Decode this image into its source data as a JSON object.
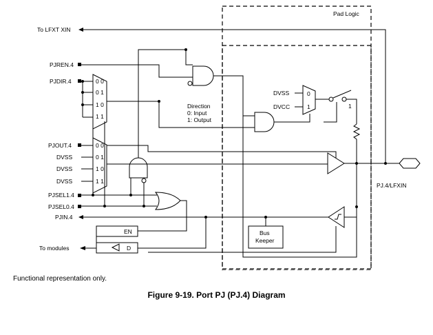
{
  "diagram": {
    "pad_logic": "Pad Logic",
    "signals": {
      "lfxt_xin": "To LFXT XIN",
      "pjren": "PJREN.4",
      "pjdir": "PJDIR.4",
      "pjout": "PJOUT.4",
      "dvss1": "DVSS",
      "dvss2": "DVSS",
      "dvss3": "DVSS",
      "pjsel1": "PJSEL1.4",
      "pjsel0": "PJSEL0.4",
      "pjin": "PJIN.4",
      "to_modules": "To modules"
    },
    "mux_inputs": {
      "dir": [
        "0 0",
        "0 1",
        "1 0",
        "1 1"
      ],
      "out": [
        "0 0",
        "0 1",
        "1 0",
        "1 1"
      ]
    },
    "direction": [
      "Direction",
      "0: Input",
      "1: Output"
    ],
    "pull_mux": {
      "dvss": "DVSS",
      "dvcc": "DVCC",
      "in0": "0",
      "in1": "1"
    },
    "switch_label": "1",
    "pin_label": "PJ.4/LFXIN",
    "bus_keeper": [
      "Bus",
      "Keeper"
    ],
    "latch": {
      "en": "EN",
      "d": "D"
    }
  },
  "footnote": "Functional representation only.",
  "caption": "Figure 9-19. Port PJ (PJ.4) Diagram"
}
